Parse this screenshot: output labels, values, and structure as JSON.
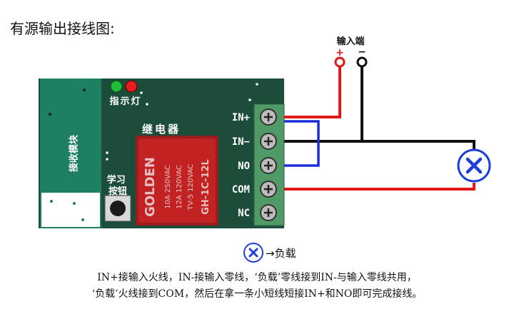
{
  "title": "有源输出接线图:",
  "input_label": "输入端",
  "plus_sign": "+",
  "minus_sign": "−",
  "module_label": "接收模块",
  "indicator_label": "指示灯",
  "relay_label": "继电器",
  "learn_button_label": "学习按钮",
  "relay_text": {
    "brand": "GOLDEN",
    "rating_1": "10A 250VAC",
    "rating_2": "12A 120VAC",
    "rating_3": "TV-5 120VAC",
    "model": "GH-1C-12L"
  },
  "terminals": [
    "IN+",
    "IN−",
    "NO",
    "COM",
    "NC"
  ],
  "legend_arrow": "→负载",
  "caption_line1": "IN+接输入火线，IN-接输入零线，‘负载’零线接到IN-与输入零线共用，",
  "caption_line2": "‘负载’火线接到COM，然后在拿一条小短线短接IN+和NO即可完成接线。",
  "colors": {
    "board": "#1c4d3a",
    "module": "#1f7f63",
    "terminal_block": "#4f9a66",
    "wire_red": "#e01818",
    "wire_black": "#111111",
    "wire_blue": "#1d2fd8",
    "load": "#1d3fd8"
  }
}
